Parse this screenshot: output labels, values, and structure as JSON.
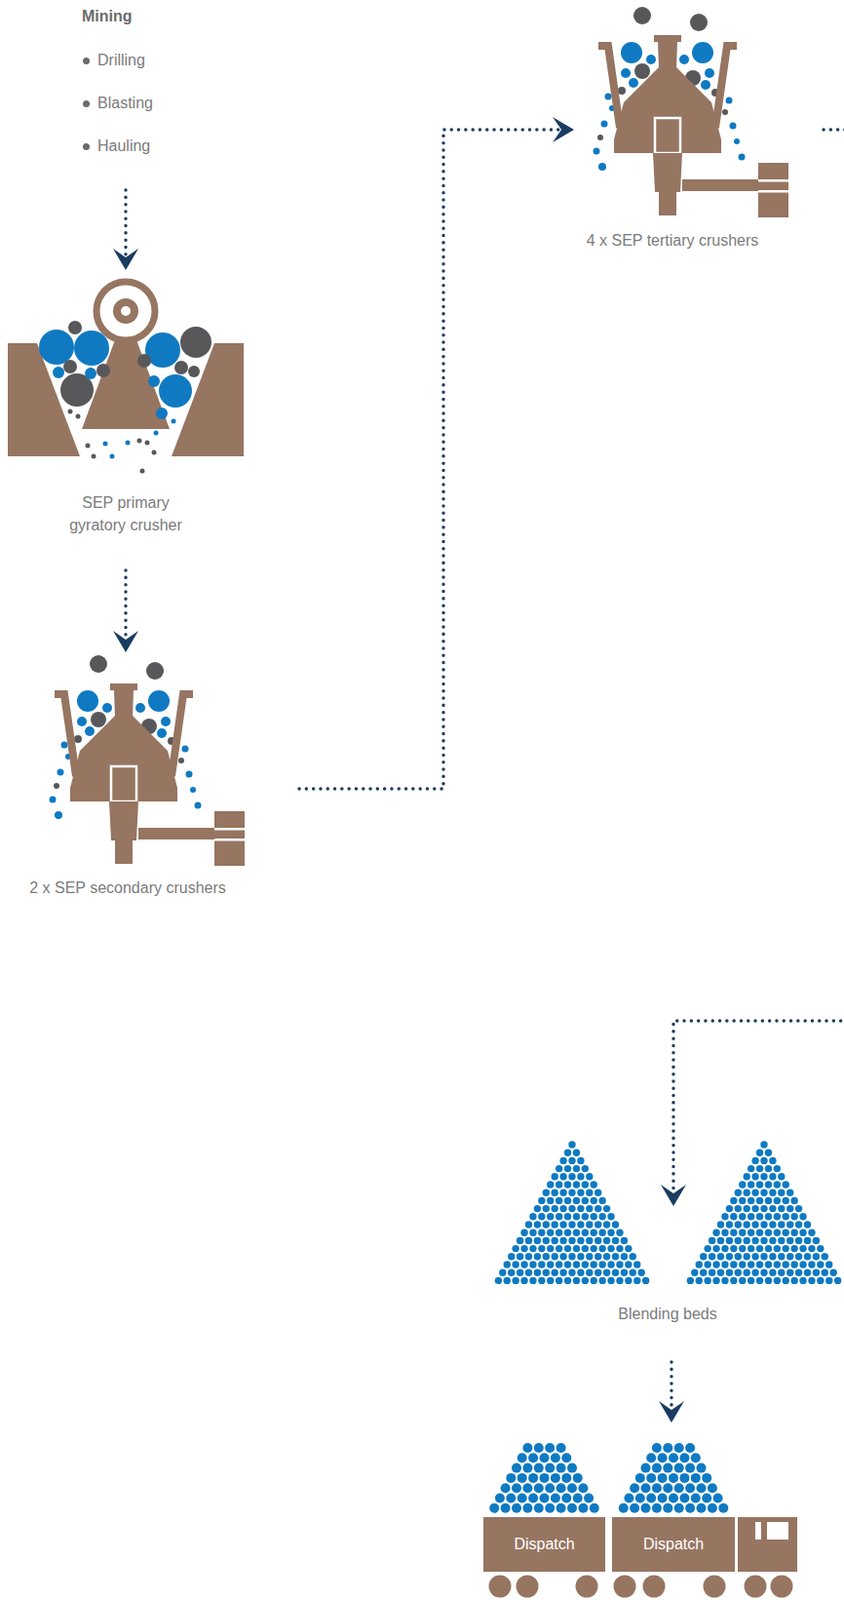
{
  "diagram": {
    "nodes": [
      {
        "text": [
          "Mining",
          "Drilling",
          "Blasting",
          "Hauling"
        ]
      },
      {
        "text": [
          "SEP primary gyratory crusher"
        ]
      },
      {
        "text": [
          "2 x SEP secondary crushers"
        ]
      },
      {
        "text": [
          "4 x SEP tertiary crushers"
        ]
      },
      {
        "text": [
          "Blending beds"
        ]
      },
      {
        "text": [
          "Dispatch"
        ]
      },
      {
        "text": [
          "Dispatch"
        ]
      }
    ],
    "edges": [
      {
        "from": 0,
        "to": 1,
        "arrow": "to"
      },
      {
        "from": 1,
        "to": 2,
        "arrow": "to"
      },
      {
        "from": 2,
        "to": 3,
        "arrow": "to"
      },
      {
        "from": 3,
        "to": 4,
        "arrow": "to"
      },
      {
        "from": 4,
        "to": 6,
        "arrow": "to"
      }
    ]
  }
}
